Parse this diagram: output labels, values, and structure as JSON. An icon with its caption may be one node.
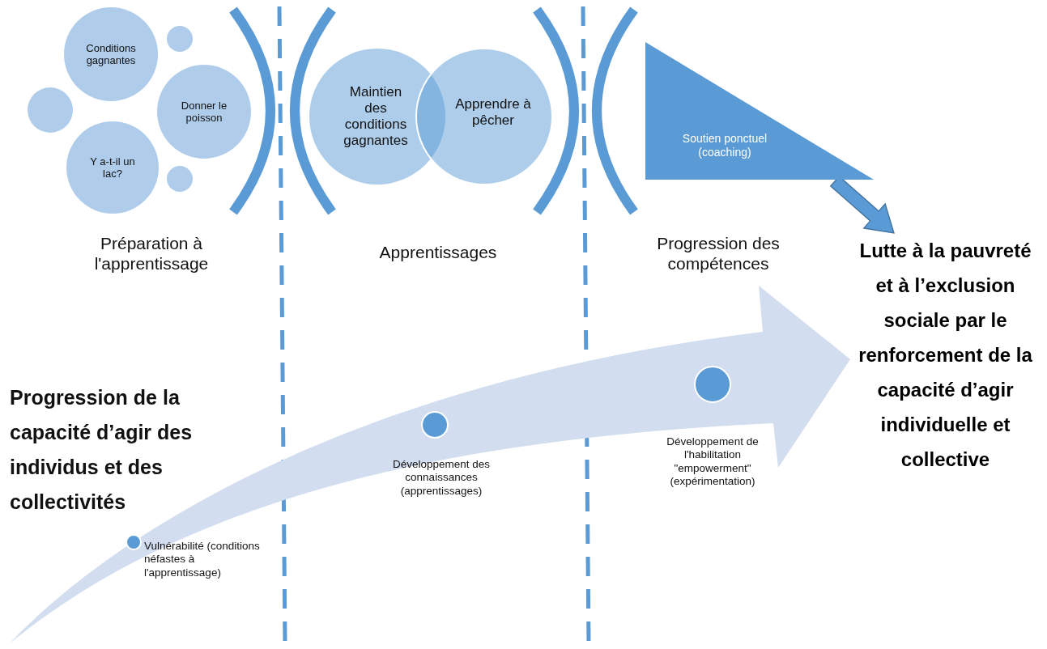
{
  "diagram": {
    "nodes": [
      {
        "text": [
          "Conditions gagnantes"
        ]
      },
      {
        "text": [],
        "shape": "circle"
      },
      {
        "text": [],
        "shape": "circle"
      },
      {
        "text": [
          "Donner le poisson"
        ]
      },
      {
        "text": [
          "Y a-t-il un lac?"
        ]
      },
      {
        "text": [],
        "shape": "circle"
      },
      {
        "text": [
          "Maintien des conditions gagnantes"
        ]
      },
      {
        "text": [
          "Apprendre à pêcher"
        ]
      },
      {
        "text": [
          "Soutien ponctuel (coaching)"
        ]
      },
      {
        "text": [
          "Lutte à la pauvreté et à l’exclusion sociale par le renforcement de la capacité d’agir individuelle et collective"
        ]
      },
      {
        "text": [],
        "shape": "circle",
        "beside": [
          "Vulnérabilité (conditions néfastes à l'apprentissage)"
        ]
      },
      {
        "text": [],
        "shape": "circle",
        "beside": [
          "Développement des connaissances (apprentissages)"
        ]
      },
      {
        "text": [],
        "shape": "circle",
        "beside": [
          "Développement de l'habilitation \"empowerment\" (expérimentation)"
        ]
      }
    ],
    "edges": [
      {
        "from": 8,
        "to": 9,
        "arrow": "to",
        "color": "#5b9bd5"
      },
      {
        "from": null,
        "to": 9,
        "arrow": "to",
        "style": "thick",
        "color": "#d2ddef"
      }
    ],
    "labels": [
      "Préparation à l'apprentissage",
      "Apprentissages",
      "Progression des compétences",
      "Progression de la capacité d’agir des individus et des collectivités"
    ]
  }
}
